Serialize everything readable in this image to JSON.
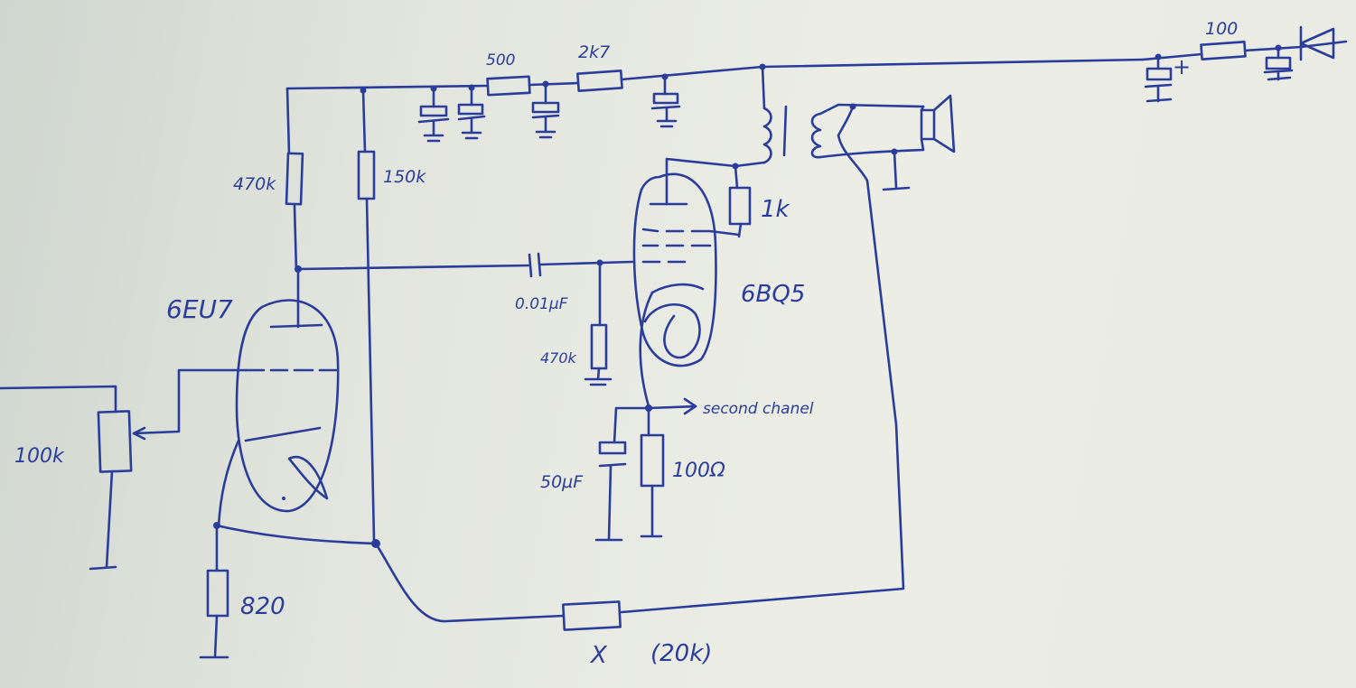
{
  "colors": {
    "ink": "#2a3d9a",
    "paper": "#e9ebe3"
  },
  "labels": {
    "r_470k_plate": "470k",
    "r_150k": "150k",
    "r_500": "500",
    "r_2k7": "2k7",
    "r_1k": "1k",
    "tube_1": "6EU7",
    "tube_2": "6BQ5",
    "cap_coupling": "0.01µF",
    "r_470k_grid": "470k",
    "second_channel": "second chanel",
    "cap_50uf": "50µF",
    "r_100ohm": "100Ω",
    "pot_100k": "100k",
    "r_820": "820",
    "mark_x": "X",
    "r_feedback": "(20k)",
    "r_100": "100",
    "plus": "+"
  }
}
